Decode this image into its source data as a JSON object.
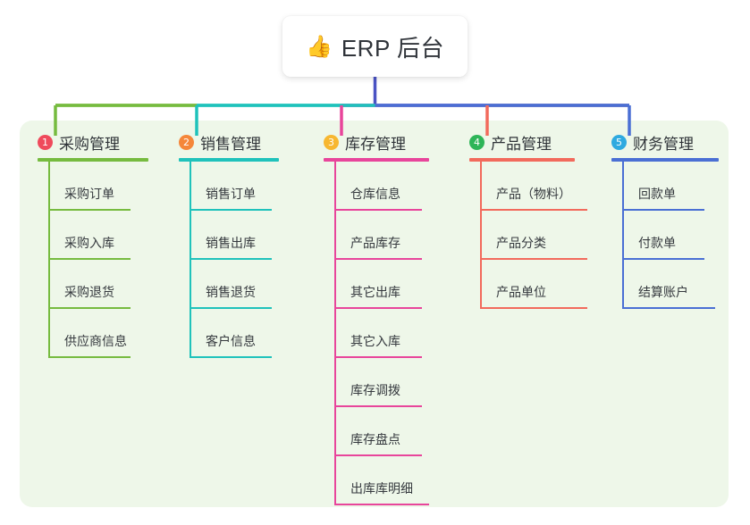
{
  "diagram": {
    "type": "mindmap",
    "title": "ERP 后台",
    "root": {
      "icon": "thumbs-up-emoji",
      "icon_glyph": "👍",
      "label": "ERP 后台",
      "background": "#ffffff",
      "connector_color": "#4a53c4"
    },
    "panel_background": "#eef7e9",
    "branches": [
      {
        "number": "1",
        "badge_color": "#ef4a5c",
        "color": "#76bb3f",
        "label": "采购管理",
        "items": [
          "采购订单",
          "采购入库",
          "采购退货",
          "供应商信息"
        ]
      },
      {
        "number": "2",
        "badge_color": "#f5873a",
        "color": "#1fc2bb",
        "label": "销售管理",
        "items": [
          "销售订单",
          "销售出库",
          "销售退货",
          "客户信息"
        ]
      },
      {
        "number": "3",
        "badge_color": "#f7b730",
        "color": "#e8459b",
        "label": "库存管理",
        "items": [
          "仓库信息",
          "产品库存",
          "其它出库",
          "其它入库",
          "库存调拨",
          "库存盘点",
          "出库库明细"
        ]
      },
      {
        "number": "4",
        "badge_color": "#2eb558",
        "color": "#f26a5c",
        "label": "产品管理",
        "items": [
          "产品（物料）",
          "产品分类",
          "产品单位"
        ]
      },
      {
        "number": "5",
        "badge_color": "#2eaae0",
        "color": "#4a6fd4",
        "label": "财务管理",
        "items": [
          "回款单",
          "付款单",
          "结算账户"
        ]
      }
    ]
  }
}
